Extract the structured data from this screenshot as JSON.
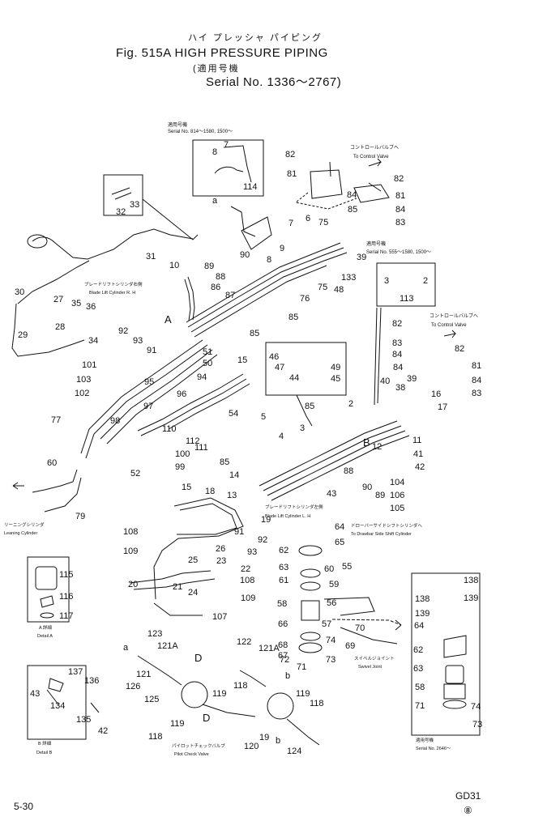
{
  "header": {
    "title_jp": "ハイ プレッシャ パイピング",
    "title": "Fig. 515A  HIGH PRESSURE PIPING",
    "applicable_jp": "(適用号機",
    "serial": "Serial No. 1336～2767)"
  },
  "notes": {
    "top_serial_jp": "適用号機",
    "top_serial": "Serial No. 814～1580, 1500～",
    "right_serial_jp": "適用号機",
    "right_serial": "Serial No. 555～1580, 1500～",
    "control_valve_jp_1": "コントロールバルブへ",
    "control_valve_1": "To Control Valve",
    "control_valve_jp_2": "コントロールバルブへ",
    "control_valve_2": "To Control Valve",
    "blade_rh_jp": "ブレードリフトシリンダ右側",
    "blade_rh": "Blade Lift Cylinder R. H",
    "blade_lh_jp": "ブレードリフトシリンダ左側",
    "blade_lh": "Blade Lift Cylinder L. H",
    "drawbar_jp": "ドローバーサイドシフトシリンダへ",
    "drawbar": "To Drawbar Side Shift Cylinder",
    "leaning_jp": "リーニングシリンダ",
    "leaning": "Leaning Cylinder",
    "detail_a_jp": "A 詳細",
    "detail_a": "Detail A",
    "detail_b_jp": "B 詳細",
    "detail_b": "Detail B",
    "swivel_jp": "スイベルジョイント",
    "swivel": "Swivel Joint",
    "pilot_jp": "パイロットチェックバルブ",
    "pilot": "Pilot Check Valve",
    "bottom_serial_jp": "適用号機",
    "bottom_serial": "Serial No. 2646～"
  },
  "footer": {
    "page": "5-30",
    "model": "GD31",
    "rev": "⑧"
  },
  "callouts": [
    {
      "id": "c8a",
      "text": "8"
    },
    {
      "id": "c7a",
      "text": "7"
    },
    {
      "id": "c114",
      "text": "114"
    },
    {
      "id": "ca1",
      "text": "a"
    },
    {
      "id": "c82a",
      "text": "82"
    },
    {
      "id": "c81a",
      "text": "81"
    },
    {
      "id": "c82b",
      "text": "82"
    },
    {
      "id": "c84a",
      "text": "84"
    },
    {
      "id": "c81b",
      "text": "81"
    },
    {
      "id": "c85a",
      "text": "85"
    },
    {
      "id": "c84b",
      "text": "84"
    },
    {
      "id": "c83a",
      "text": "83"
    },
    {
      "id": "c33",
      "text": "33"
    },
    {
      "id": "c32",
      "text": "32"
    },
    {
      "id": "c31",
      "text": "31"
    },
    {
      "id": "c7b",
      "text": "7"
    },
    {
      "id": "c6a",
      "text": "6"
    },
    {
      "id": "c75a",
      "text": "75"
    },
    {
      "id": "c10",
      "text": "10"
    },
    {
      "id": "c89a",
      "text": "89"
    },
    {
      "id": "c90a",
      "text": "90"
    },
    {
      "id": "c8b",
      "text": "8"
    },
    {
      "id": "c9",
      "text": "9"
    },
    {
      "id": "c39a",
      "text": "39"
    },
    {
      "id": "c88a",
      "text": "88"
    },
    {
      "id": "c86",
      "text": "86"
    },
    {
      "id": "c87",
      "text": "87"
    },
    {
      "id": "c75b",
      "text": "75"
    },
    {
      "id": "c133",
      "text": "133"
    },
    {
      "id": "c48",
      "text": "48"
    },
    {
      "id": "c3a",
      "text": "3"
    },
    {
      "id": "c2a",
      "text": "2"
    },
    {
      "id": "c113",
      "text": "113"
    },
    {
      "id": "c76",
      "text": "76"
    },
    {
      "id": "c85b",
      "text": "85"
    },
    {
      "id": "c30",
      "text": "30"
    },
    {
      "id": "c27",
      "text": "27"
    },
    {
      "id": "c35",
      "text": "35"
    },
    {
      "id": "c36",
      "text": "36"
    },
    {
      "id": "cA1",
      "text": "A"
    },
    {
      "id": "c28",
      "text": "28"
    },
    {
      "id": "c29",
      "text": "29"
    },
    {
      "id": "c34",
      "text": "34"
    },
    {
      "id": "c92a",
      "text": "92"
    },
    {
      "id": "c93a",
      "text": "93"
    },
    {
      "id": "c85c",
      "text": "85"
    },
    {
      "id": "c91a",
      "text": "91"
    },
    {
      "id": "c51",
      "text": "51"
    },
    {
      "id": "c50",
      "text": "50"
    },
    {
      "id": "c82c",
      "text": "82"
    },
    {
      "id": "c83b",
      "text": "83"
    },
    {
      "id": "c84c",
      "text": "84"
    },
    {
      "id": "c82d",
      "text": "82"
    },
    {
      "id": "c84d",
      "text": "84"
    },
    {
      "id": "c81c",
      "text": "81"
    },
    {
      "id": "c84e",
      "text": "84"
    },
    {
      "id": "c83c",
      "text": "83"
    },
    {
      "id": "c46",
      "text": "46"
    },
    {
      "id": "c47",
      "text": "47"
    },
    {
      "id": "c49",
      "text": "49"
    },
    {
      "id": "c44",
      "text": "44"
    },
    {
      "id": "c45",
      "text": "45"
    },
    {
      "id": "c15a",
      "text": "15"
    },
    {
      "id": "c101",
      "text": "101"
    },
    {
      "id": "c103",
      "text": "103"
    },
    {
      "id": "c102",
      "text": "102"
    },
    {
      "id": "c95",
      "text": "95"
    },
    {
      "id": "c94",
      "text": "94"
    },
    {
      "id": "c96",
      "text": "96"
    },
    {
      "id": "c97",
      "text": "97"
    },
    {
      "id": "c54",
      "text": "54"
    },
    {
      "id": "c85d",
      "text": "85"
    },
    {
      "id": "c2b",
      "text": "2"
    },
    {
      "id": "c40",
      "text": "40"
    },
    {
      "id": "c38",
      "text": "38"
    },
    {
      "id": "c39b",
      "text": "39"
    },
    {
      "id": "c16",
      "text": "16"
    },
    {
      "id": "c17",
      "text": "17"
    },
    {
      "id": "c77",
      "text": "77"
    },
    {
      "id": "c98",
      "text": "98"
    },
    {
      "id": "c110",
      "text": "110"
    },
    {
      "id": "c112",
      "text": "112"
    },
    {
      "id": "c111",
      "text": "111"
    },
    {
      "id": "c5",
      "text": "5"
    },
    {
      "id": "c4",
      "text": "4"
    },
    {
      "id": "c3b",
      "text": "3"
    },
    {
      "id": "cB1",
      "text": "B"
    },
    {
      "id": "c12",
      "text": "12"
    },
    {
      "id": "c11",
      "text": "11"
    },
    {
      "id": "c41",
      "text": "41"
    },
    {
      "id": "c100",
      "text": "100"
    },
    {
      "id": "c99",
      "text": "99"
    },
    {
      "id": "c52",
      "text": "52"
    },
    {
      "id": "c85e",
      "text": "85"
    },
    {
      "id": "c42",
      "text": "42"
    },
    {
      "id": "c60",
      "text": "60"
    },
    {
      "id": "c14",
      "text": "14"
    },
    {
      "id": "c88b",
      "text": "88"
    },
    {
      "id": "c90b",
      "text": "90"
    },
    {
      "id": "c104",
      "text": "104"
    },
    {
      "id": "c43a",
      "text": "43"
    },
    {
      "id": "c89b",
      "text": "89"
    },
    {
      "id": "c106",
      "text": "106"
    },
    {
      "id": "c105",
      "text": "105"
    },
    {
      "id": "c79",
      "text": "79"
    },
    {
      "id": "c15b",
      "text": "15"
    },
    {
      "id": "c18",
      "text": "18"
    },
    {
      "id": "c13",
      "text": "13"
    },
    {
      "id": "c19",
      "text": "19"
    },
    {
      "id": "c108a",
      "text": "108"
    },
    {
      "id": "c91b",
      "text": "91"
    },
    {
      "id": "c92b",
      "text": "92"
    },
    {
      "id": "c93b",
      "text": "93"
    },
    {
      "id": "c64a",
      "text": "64"
    },
    {
      "id": "c65",
      "text": "65"
    },
    {
      "id": "c109a",
      "text": "109"
    },
    {
      "id": "c26",
      "text": "26"
    },
    {
      "id": "c62a",
      "text": "62"
    },
    {
      "id": "c115",
      "text": "115"
    },
    {
      "id": "c25",
      "text": "25"
    },
    {
      "id": "c23",
      "text": "23"
    },
    {
      "id": "c22",
      "text": "22"
    },
    {
      "id": "c63a",
      "text": "63"
    },
    {
      "id": "c55",
      "text": "55"
    },
    {
      "id": "c116",
      "text": "116"
    },
    {
      "id": "c20",
      "text": "20"
    },
    {
      "id": "c21",
      "text": "21"
    },
    {
      "id": "c24",
      "text": "24"
    },
    {
      "id": "c108b",
      "text": "108"
    },
    {
      "id": "c61",
      "text": "61"
    },
    {
      "id": "c60b",
      "text": "60"
    },
    {
      "id": "c138a",
      "text": "138"
    },
    {
      "id": "c109b",
      "text": "109"
    },
    {
      "id": "c59",
      "text": "59"
    },
    {
      "id": "c138b",
      "text": "138"
    },
    {
      "id": "c139a",
      "text": "139"
    },
    {
      "id": "c117",
      "text": "117"
    },
    {
      "id": "c107",
      "text": "107"
    },
    {
      "id": "c58a",
      "text": "58"
    },
    {
      "id": "c56",
      "text": "56"
    },
    {
      "id": "c139b",
      "text": "139"
    },
    {
      "id": "c66",
      "text": "66"
    },
    {
      "id": "c57",
      "text": "57"
    },
    {
      "id": "c70",
      "text": "70"
    },
    {
      "id": "c64b",
      "text": "64"
    },
    {
      "id": "c123",
      "text": "123"
    },
    {
      "id": "c68",
      "text": "68"
    },
    {
      "id": "c74a",
      "text": "74"
    },
    {
      "id": "c69",
      "text": "69"
    },
    {
      "id": "c67",
      "text": "67"
    },
    {
      "id": "c62b",
      "text": "62"
    },
    {
      "id": "ca2",
      "text": "a"
    },
    {
      "id": "c121a",
      "text": "121A"
    },
    {
      "id": "c122",
      "text": "122"
    },
    {
      "id": "c121b",
      "text": "121A"
    },
    {
      "id": "c72",
      "text": "72"
    },
    {
      "id": "c73a",
      "text": "73"
    },
    {
      "id": "c71a",
      "text": "71"
    },
    {
      "id": "c137",
      "text": "137"
    },
    {
      "id": "c121",
      "text": "121"
    },
    {
      "id": "cD1",
      "text": "D"
    },
    {
      "id": "cb1",
      "text": "b"
    },
    {
      "id": "c63b",
      "text": "63"
    },
    {
      "id": "c136",
      "text": "136"
    },
    {
      "id": "c43b",
      "text": "43"
    },
    {
      "id": "c126",
      "text": "126"
    },
    {
      "id": "c119a",
      "text": "119"
    },
    {
      "id": "c118a",
      "text": "118"
    },
    {
      "id": "c58b",
      "text": "58"
    },
    {
      "id": "c134",
      "text": "134"
    },
    {
      "id": "c125",
      "text": "125"
    },
    {
      "id": "c119b",
      "text": "119"
    },
    {
      "id": "c118b",
      "text": "118"
    },
    {
      "id": "c71b",
      "text": "71"
    },
    {
      "id": "c74b",
      "text": "74"
    },
    {
      "id": "c135",
      "text": "135"
    },
    {
      "id": "c42b",
      "text": "42"
    },
    {
      "id": "c118c",
      "text": "118"
    },
    {
      "id": "c119c",
      "text": "119"
    },
    {
      "id": "cb2",
      "text": "b"
    },
    {
      "id": "c120",
      "text": "120"
    },
    {
      "id": "c19b",
      "text": "19"
    },
    {
      "id": "cD2",
      "text": "D"
    },
    {
      "id": "c73b",
      "text": "73"
    },
    {
      "id": "c124",
      "text": "124"
    }
  ]
}
